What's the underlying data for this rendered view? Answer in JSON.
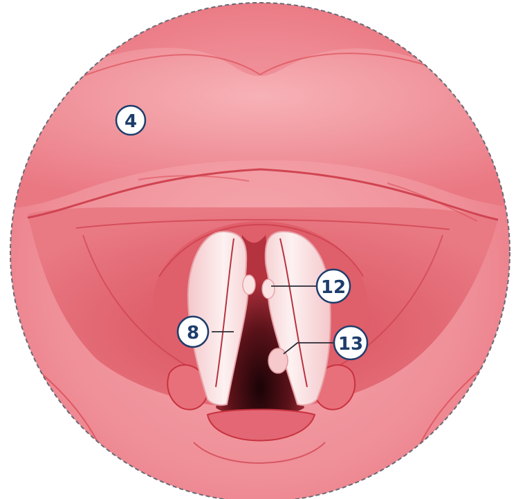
{
  "labels": {
    "epiglottis": "4",
    "vocal_fold": "8",
    "nodule_upper": "12",
    "nodule_lower": "13"
  },
  "colors": {
    "tissue_outer": "#f08c95",
    "tissue_mid": "#e8707b",
    "tissue_deep": "#d9505d",
    "airway_dark": "#3a0a10",
    "vocal_fold_white": "#fbe9ea",
    "contour_line": "#c8323f",
    "circle_border": "#666a75",
    "label_stroke": "#1d3d6b",
    "label_fill": "#ffffff"
  },
  "icons": {
    "view": "laryngoscopic-view-icon"
  }
}
